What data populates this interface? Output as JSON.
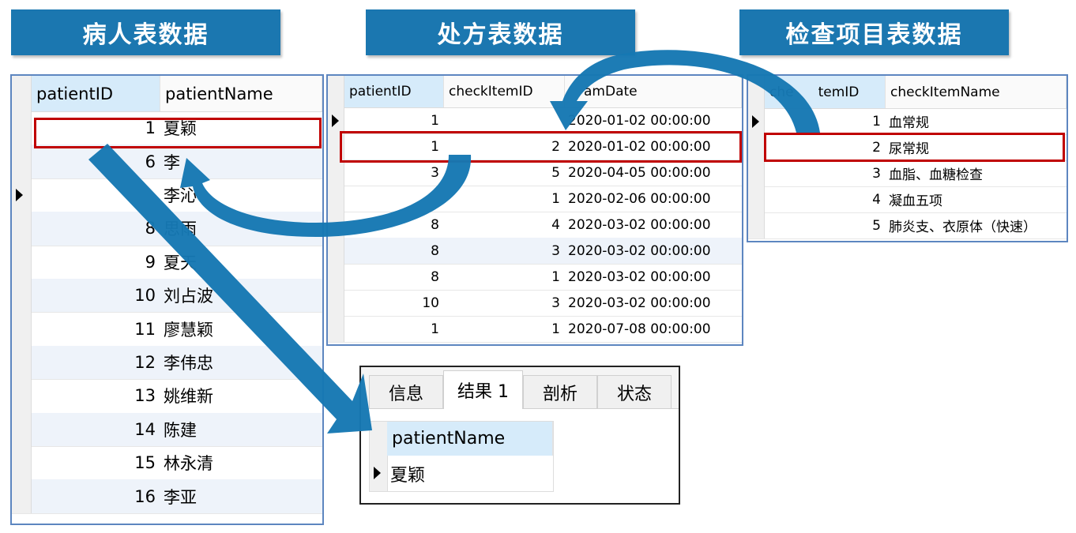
{
  "banners": {
    "patient": "病人表数据",
    "prescription": "处方表数据",
    "checkitem": "检查项目表数据"
  },
  "patient_table": {
    "headers": [
      "patientID",
      "patientName"
    ],
    "rows": [
      {
        "id": "1",
        "name": "夏颖"
      },
      {
        "id": "6",
        "name": "李"
      },
      {
        "id": "",
        "name": "李沁"
      },
      {
        "id": "8",
        "name": "思雨"
      },
      {
        "id": "9",
        "name": "夏天"
      },
      {
        "id": "10",
        "name": "刘占波"
      },
      {
        "id": "11",
        "name": "廖慧颖"
      },
      {
        "id": "12",
        "name": "李伟忠"
      },
      {
        "id": "13",
        "name": "姚维新"
      },
      {
        "id": "14",
        "name": "陈建"
      },
      {
        "id": "15",
        "name": "林永清"
      },
      {
        "id": "16",
        "name": "李亚"
      }
    ]
  },
  "prescription_table": {
    "headers": [
      "patientID",
      "checkItemID",
      "amDate"
    ],
    "rows": [
      {
        "pid": "1",
        "cid": "",
        "date": "2020-01-02 00:00:00"
      },
      {
        "pid": "1",
        "cid": "2",
        "date": "2020-01-02 00:00:00"
      },
      {
        "pid": "3",
        "cid": "5",
        "date": "2020-04-05 00:00:00"
      },
      {
        "pid": "",
        "cid": "1",
        "date": "2020-02-06 00:00:00"
      },
      {
        "pid": "8",
        "cid": "4",
        "date": "2020-03-02 00:00:00"
      },
      {
        "pid": "8",
        "cid": "3",
        "date": "2020-03-02 00:00:00"
      },
      {
        "pid": "8",
        "cid": "1",
        "date": "2020-03-02 00:00:00"
      },
      {
        "pid": "10",
        "cid": "3",
        "date": "2020-03-02 00:00:00"
      },
      {
        "pid": "1",
        "cid": "1",
        "date": "2020-07-08 00:00:00"
      }
    ]
  },
  "checkitem_table": {
    "headers": [
      "che",
      "temID",
      "checkItemName"
    ],
    "rows": [
      {
        "id": "1",
        "name": "血常规"
      },
      {
        "id": "2",
        "name": "尿常规"
      },
      {
        "id": "3",
        "name": "血脂、血糖检查"
      },
      {
        "id": "4",
        "name": "凝血五项"
      },
      {
        "id": "5",
        "name": "肺炎支、衣原体（快速）"
      }
    ]
  },
  "result_window": {
    "tabs": [
      "信息",
      "结果 1",
      "剖析",
      "状态"
    ],
    "column": "patientName",
    "value": "夏颖"
  },
  "colors": {
    "banner": "#1b77b0",
    "arrow": "#1678b3",
    "highlight": "#c00000"
  }
}
